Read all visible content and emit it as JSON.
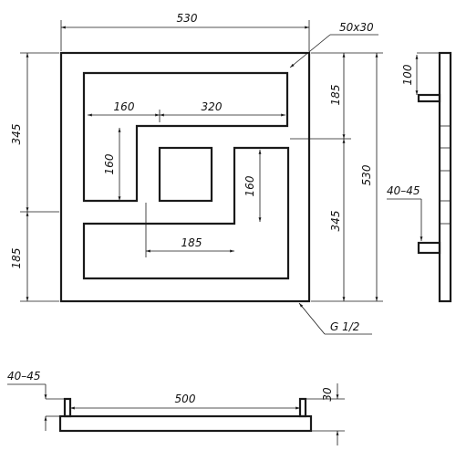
{
  "top_view": {
    "labels": {
      "width_overall": "530",
      "profile": "50x30",
      "height_overall_left": "345",
      "lower_left": "185",
      "upper_right": "185",
      "mid_right": "345",
      "height_overall_right": "530",
      "inner_160_a": "160",
      "inner_320": "320",
      "inner_160_vertical": "160",
      "inner_185": "185",
      "inner_160_right": "160",
      "thread": "G 1/2"
    }
  },
  "side_view": {
    "labels": {
      "top_100": "100",
      "connector_40_45": "40–45"
    }
  },
  "bottom_view": {
    "labels": {
      "left_40_45": "40–45",
      "length_500": "500",
      "height_30": "30"
    }
  }
}
